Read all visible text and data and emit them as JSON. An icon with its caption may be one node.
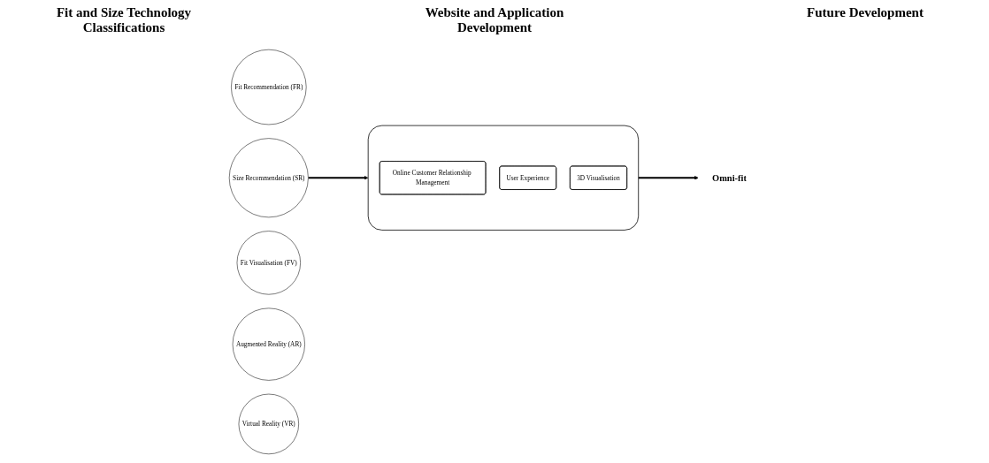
{
  "diagram": {
    "nodes": [
      {
        "text": [
          "Fit Recommendation (FR)"
        ]
      },
      {
        "text": [
          "Size Recommendation (SR)"
        ]
      },
      {
        "text": [
          "Fit Visualisation (FV)"
        ]
      },
      {
        "text": [],
        "shape": "box"
      },
      {
        "text": [
          "Online Customer Relationship Management"
        ],
        "in": 3
      },
      {
        "text": [
          "User Experience"
        ],
        "in": 3
      },
      {
        "text": [
          "3D Visualisation"
        ],
        "in": 3
      },
      {
        "text": [
          "Augmented Reality (AR)"
        ]
      },
      {
        "text": [
          "Omni-fit"
        ]
      },
      {
        "text": [
          "Virtual Reality (VR)"
        ]
      }
    ],
    "edges": [
      {
        "from": 1,
        "to": 3,
        "arrow": "to"
      },
      {
        "from": 3,
        "to": 8,
        "arrow": "to"
      }
    ],
    "labels": [
      "Fit and Size Technology Classifications",
      "Website and Application Development",
      "Future Development"
    ]
  }
}
